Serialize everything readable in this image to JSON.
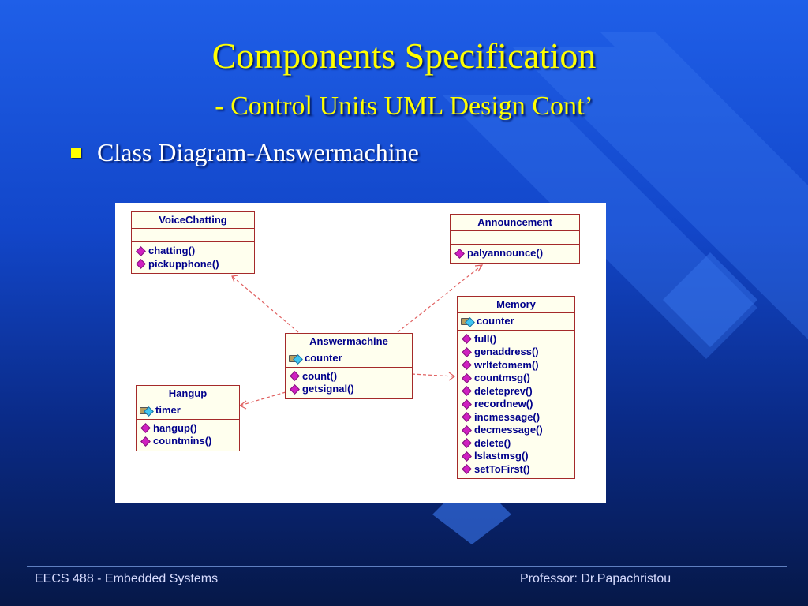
{
  "slide": {
    "title": "Components Specification",
    "subtitle": "- Control Units UML Design Cont’",
    "bullet": "Class Diagram-Answermachine"
  },
  "diagram": {
    "classes": {
      "voicechatting": {
        "name": "VoiceChatting",
        "attributes": [],
        "operations": [
          "chatting()",
          "pickupphone()"
        ]
      },
      "announcement": {
        "name": "Announcement",
        "attributes": [],
        "operations": [
          "palyannounce()"
        ]
      },
      "answermachine": {
        "name": "Answermachine",
        "attributes": [
          "counter"
        ],
        "operations": [
          "count()",
          "getsignal()"
        ]
      },
      "hangup": {
        "name": "Hangup",
        "attributes": [
          "timer"
        ],
        "operations": [
          "hangup()",
          "countmins()"
        ]
      },
      "memory": {
        "name": "Memory",
        "attributes": [
          "counter"
        ],
        "operations": [
          "full()",
          "genaddress()",
          "wrltetomem()",
          "countmsg()",
          "deleteprev()",
          "recordnew()",
          "incmessage()",
          "decmessage()",
          "delete()",
          "lslastmsg()",
          "setToFirst()"
        ]
      }
    },
    "colors": {
      "border": "#a52a2a",
      "fill": "#ffffee",
      "text": "#00008b",
      "dependency": "#e06060"
    }
  },
  "footer": {
    "left": "EECS 488 - Embedded Systems",
    "right": "Professor: Dr.Papachristou"
  }
}
